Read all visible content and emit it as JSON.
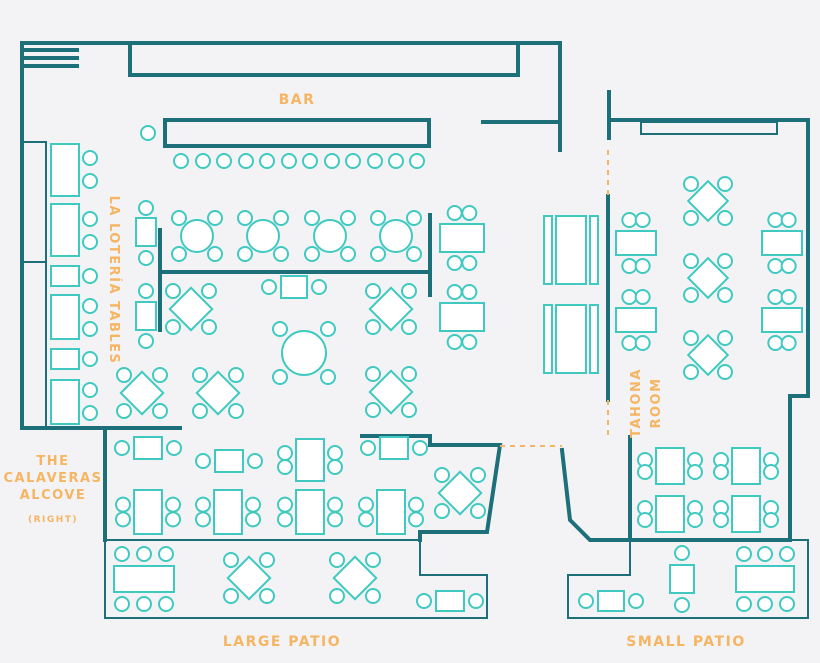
{
  "labels": {
    "bar": "BAR",
    "la_loteria": "LA LOTERÍA TABLES",
    "calaveras_1": "THE",
    "calaveras_2": "CALAVERAS",
    "calaveras_3": "ALCOVE",
    "calaveras_4": "(RIGHT)",
    "tahona_1": "TAHONA",
    "tahona_2": "ROOM",
    "large_patio": "LARGE PATIO",
    "small_patio": "SMALL PATIO"
  },
  "colors": {
    "wall": "#1d6f7a",
    "furniture": "#40c9c0",
    "label": "#f5b562",
    "background": "#f3f3f5"
  }
}
